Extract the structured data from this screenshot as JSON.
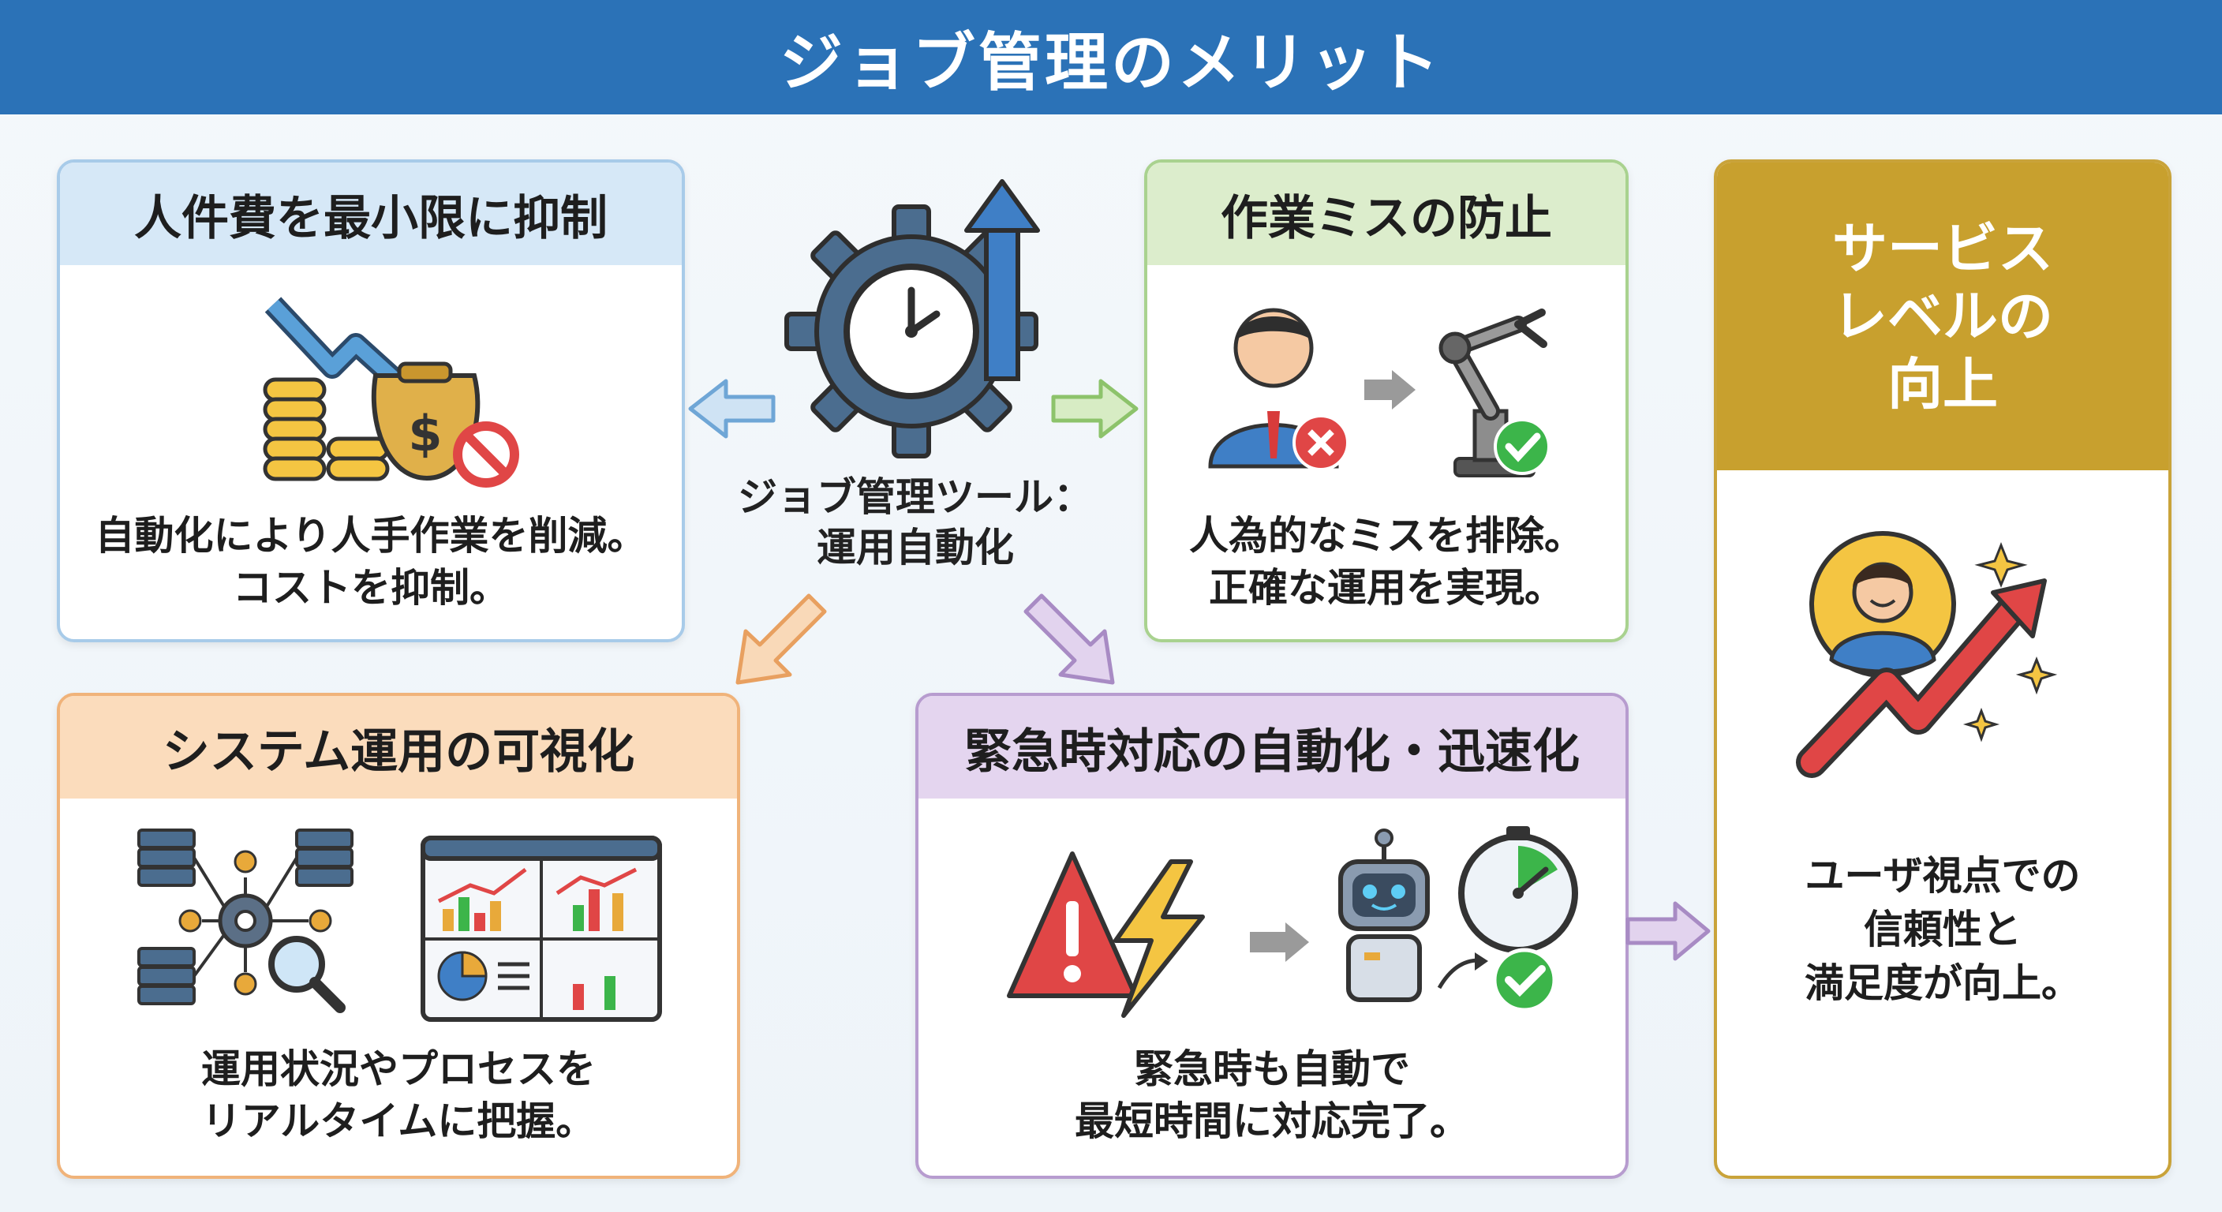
{
  "title": "ジョブ管理のメリット",
  "center": {
    "label_line1": "ジョブ管理ツール：",
    "label_line2": "運用自動化"
  },
  "cards": {
    "cost": {
      "title": "人件費を最小限に抑制",
      "desc_line1": "自動化により人手作業を削減。",
      "desc_line2": "コストを抑制。"
    },
    "error": {
      "title": "作業ミスの防止",
      "desc_line1": "人為的なミスを排除。",
      "desc_line2": "正確な運用を実現。"
    },
    "visual": {
      "title": "システム運用の可視化",
      "desc_line1": "運用状況やプロセスを",
      "desc_line2": "リアルタイムに把握。"
    },
    "emergency": {
      "title": "緊急時対応の自動化・迅速化",
      "desc_line1": "緊急時も自動で",
      "desc_line2": "最短時間に対応完了。"
    },
    "service": {
      "title_line1": "サービス",
      "title_line2": "レベルの",
      "title_line3": "向上",
      "desc_line1": "ユーザ視点での",
      "desc_line2": "信頼性と",
      "desc_line3": "満足度が向上。"
    }
  },
  "icons": {
    "center": "gear-clock-arrow-icon",
    "cost": "coins-money-bag-down-arrow-icon",
    "error": "person-to-robot-arm-icon",
    "visual": "server-network-dashboard-icon",
    "emergency": "alert-lightning-robot-stopwatch-icon",
    "service": "user-growth-arrow-icon"
  },
  "colors": {
    "header": "#2b72b7",
    "cost": "#a8cbe9",
    "error": "#a9d28f",
    "visual": "#f0b37a",
    "emergency": "#b79ccf",
    "service": "#c8a02e"
  }
}
